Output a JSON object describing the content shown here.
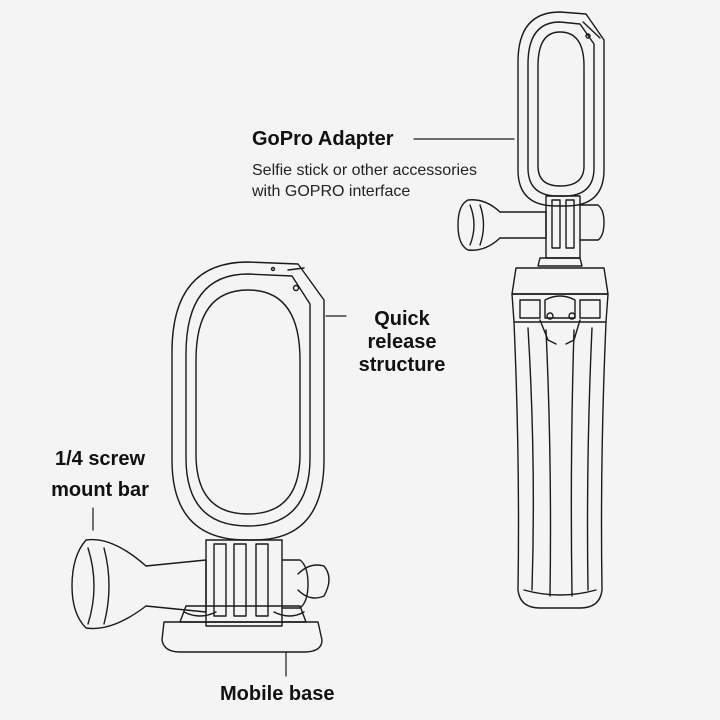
{
  "labels": {
    "gopro_adapter": {
      "title": "GoPro Adapter",
      "desc_line1": "Selfie stick or other accessories",
      "desc_line2": "with GOPRO interface"
    },
    "quick_release": {
      "line1": "Quick",
      "line2": "release",
      "line3": "structure"
    },
    "screw_mount": {
      "line1": "1/4 screw",
      "line2": "mount bar"
    },
    "mobile_base": "Mobile base"
  },
  "colors": {
    "background": "#f4f4f4",
    "line": "#1a1a1a",
    "text": "#111111"
  }
}
